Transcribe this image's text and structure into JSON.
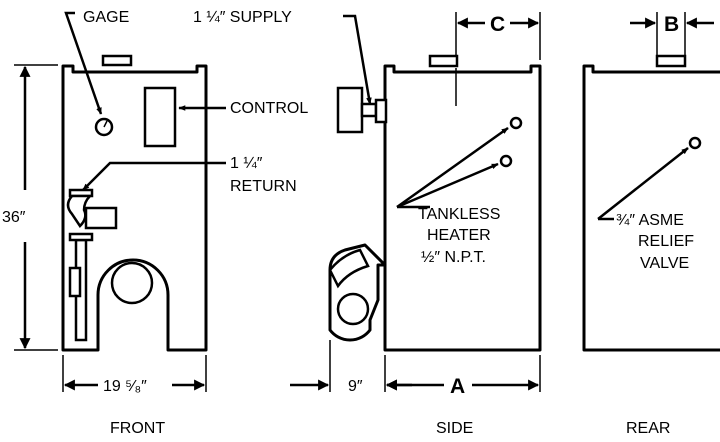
{
  "labels": {
    "gage": "GAGE",
    "supply": "1 ¼″ SUPPLY",
    "control": "CONTROL",
    "return_size": "1 ¼″",
    "return_word": "RETURN",
    "height": "36″",
    "front_width": "19 ⁵⁄₈″",
    "dim_c": "C",
    "dim_b": "B",
    "dim_a": "A",
    "offset_9": "9″",
    "tankless_1": "TANKLESS",
    "tankless_2": "HEATER",
    "tankless_3": "½″ N.P.T.",
    "relief_1": "¾″ ASME",
    "relief_2": "RELIEF",
    "relief_3": "VALVE"
  },
  "views": {
    "front": "FRONT",
    "side": "SIDE",
    "rear": "REAR"
  }
}
